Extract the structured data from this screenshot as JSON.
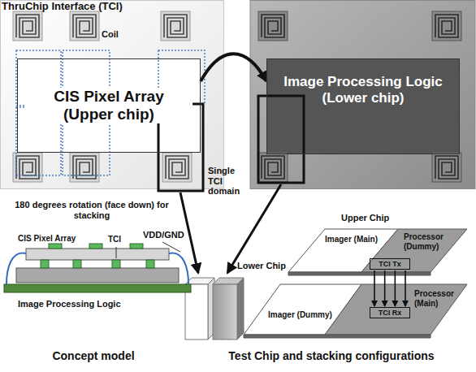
{
  "diagram": {
    "nodes": [
      {
        "text": [
          "CIS Pixel Array (Upper chip)"
        ]
      },
      {
        "text": [
          "Image Processing Logic (Lower chip)"
        ]
      },
      {
        "text": [
          "TCI Tx"
        ]
      },
      {
        "text": [
          "TCI Rx"
        ]
      }
    ],
    "edges": [
      {
        "from": 0,
        "to": 1,
        "arrow": "to"
      },
      {
        "from": 2,
        "to": 3,
        "arrow": "to"
      }
    ],
    "labels": [
      "ThruChip Interface (TCI)",
      "Coil",
      "Single TCI domain",
      "180 degrees rotation (face down) for stacking",
      "CIS Pixel Array",
      "TCI",
      "VDD/GND",
      "Image Processing Logic",
      "Concept model",
      "Test Chip and stacking configurations",
      "Upper Chip",
      "Imager (Main)",
      "Processor (Dummy)",
      "Lower Chip",
      "Imager (Dummy)",
      "Processor (Main)"
    ]
  }
}
